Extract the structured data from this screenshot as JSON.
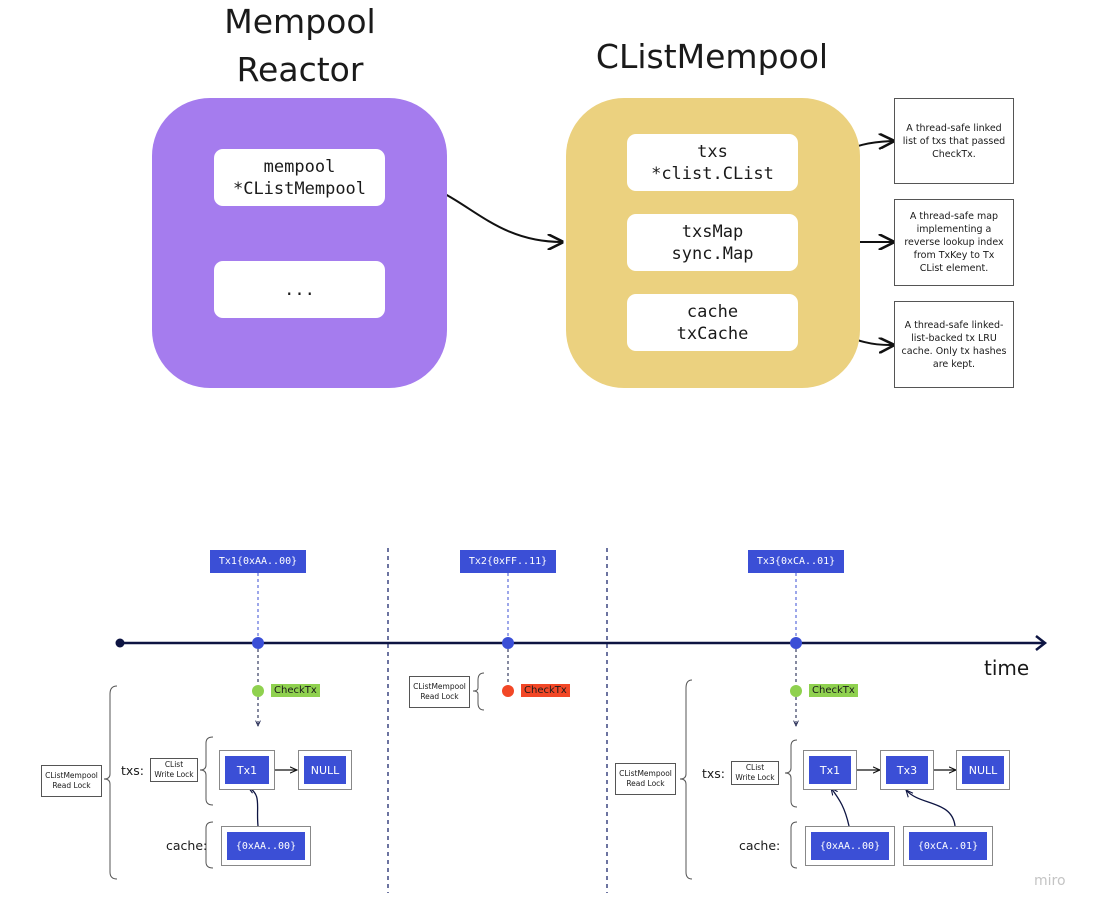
{
  "top": {
    "reactor": {
      "title_line1": "Mempool",
      "title_line2": "Reactor",
      "field1_line1": "mempool",
      "field1_line2": "*CListMempool",
      "field2": "..."
    },
    "clist": {
      "title": "CListMempool",
      "fields": [
        {
          "line1": "txs",
          "line2": "*clist.CList"
        },
        {
          "line1": "txsMap",
          "line2": "sync.Map"
        },
        {
          "line1": "cache",
          "line2": "txCache"
        }
      ]
    },
    "notes": [
      "A thread-safe linked list of txs that passed CheckTx.",
      "A thread-safe map implementing a reverse lookup index from TxKey to Tx CList element.",
      "A thread-safe linked-list-backed tx LRU cache. Only tx hashes are kept."
    ]
  },
  "timeline": {
    "axis_label": "time",
    "events": [
      {
        "tag": "Tx1{0xAA..00}",
        "check": "CheckTx",
        "result": "pass"
      },
      {
        "tag": "Tx2{0xFF..11}",
        "check": "CheckTx",
        "result": "fail"
      },
      {
        "tag": "Tx3{0xCA..01}",
        "check": "CheckTx",
        "result": "pass"
      }
    ],
    "read_lock_line1": "CListMempool",
    "read_lock_line2": "Read Lock",
    "write_lock_line1": "CList",
    "write_lock_line2": "Write Lock",
    "txs_label": "txs:",
    "cache_label": "cache:",
    "section1": {
      "nodes": [
        "Tx1",
        "NULL"
      ],
      "cache": [
        "{0xAA..00}"
      ]
    },
    "section3": {
      "nodes": [
        "Tx1",
        "Tx3",
        "NULL"
      ],
      "cache": [
        "{0xAA..00}",
        "{0xCA..01}"
      ]
    }
  },
  "watermark": "miro",
  "colors": {
    "reactor": "#a57cee",
    "clist": "#ebd17f",
    "accent_blue": "#3b4fd6",
    "axis": "#0d1442",
    "pass": "#8fd14f",
    "fail": "#f24726"
  }
}
